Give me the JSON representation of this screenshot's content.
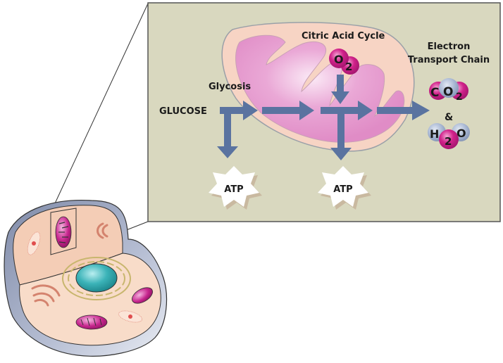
{
  "labels": {
    "glucose": "GLUCOSE",
    "glycosis": "Glycosis",
    "citric_acid_cycle": "Citric Acid Cycle",
    "etc_line1": "Electron",
    "etc_line2": "Transport Chain",
    "atp_1": "ATP",
    "atp_2": "ATP",
    "ampersand": "&"
  },
  "molecules": {
    "o2": {
      "atom": "O",
      "sub": "2"
    },
    "co2": {
      "c": "C",
      "o": "O",
      "sub": "2"
    },
    "h2o": {
      "h": "H",
      "sub": "2",
      "o": "O"
    }
  },
  "colors": {
    "panel_bg": "#d9d8bf",
    "panel_border": "#555555",
    "arrow": "#5a73a0",
    "mito_outer": "#f7d4c4",
    "mito_inner": "#e79fcf",
    "magenta_atom": "#d1228a",
    "blue_atom": "#a9b8d3",
    "cell_cytoplasm": "#f8dcc9",
    "cell_base": "#a8b0c8",
    "nucleus": "#3bb3b8"
  }
}
